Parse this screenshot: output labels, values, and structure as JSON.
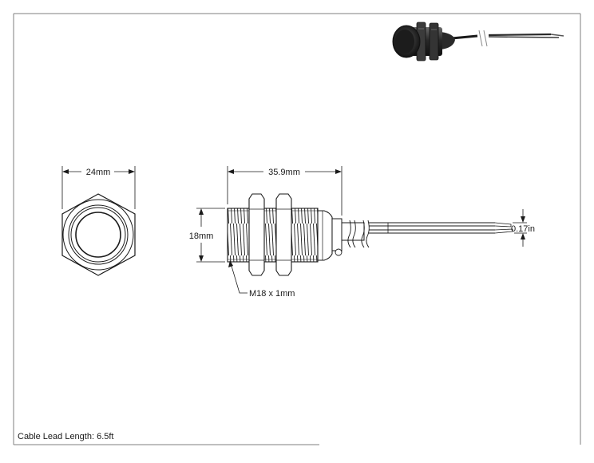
{
  "drawing": {
    "dimensions": {
      "hex_width": "24mm",
      "body_length": "35.9mm",
      "thread_diameter": "18mm",
      "thread_spec": "M18 x 1mm",
      "wire_gauge": "0.17in"
    },
    "notes": {
      "cable_length": "Cable Lead Length: 6.5ft"
    }
  },
  "colors": {
    "line": "#1a1a1a",
    "border": "#7f7f7f",
    "photo_body": "#2b2b2b",
    "background": "#ffffff"
  }
}
